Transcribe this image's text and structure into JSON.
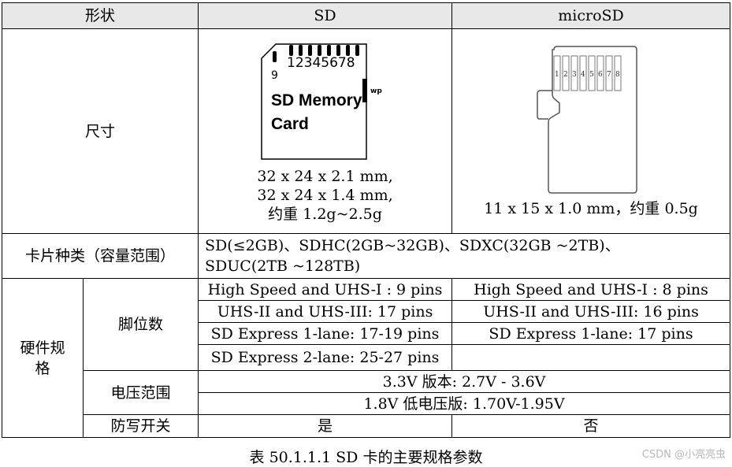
{
  "header": {
    "shape": "形状",
    "sd": "SD",
    "microsd": "microSD"
  },
  "size_row": {
    "label": "尺寸",
    "sd_card": {
      "pin_numbers": "12345678",
      "pin_nine": "9",
      "wp": "wp",
      "line1": "SD Memory",
      "line2": "Card"
    },
    "sd_dims": [
      "32 x 24 x 2.1 mm,",
      "32 x 24 x 1.4 mm,",
      "约重 1.2g~2.5g"
    ],
    "micro_pins": [
      "1",
      "2",
      "3",
      "4",
      "5",
      "6",
      "7",
      "8"
    ],
    "micro_dims": "11 x 15 x 1.0 mm，约重 0.5g"
  },
  "types_row": {
    "label": "卡片种类（容量范围）",
    "line1": "SD(≤2GB)、SDHC(2GB~32GB)、SDXC(32GB ~2TB)、",
    "line2": "SDUC(2TB ~128TB)"
  },
  "hardware": {
    "label_line1": "硬件规",
    "label_line2": "格",
    "pins_label": "脚位数",
    "pins": [
      {
        "sd": "High Speed and UHS-I : 9 pins",
        "micro": "High Speed and UHS-I : 8 pins"
      },
      {
        "sd": "UHS-II and UHS-III: 17 pins",
        "micro": "UHS-II and UHS-III: 16 pins"
      },
      {
        "sd": "SD Express 1-lane: 17-19 pins",
        "micro": "SD Express 1-lane: 17 pins"
      },
      {
        "sd": "SD Express 2-lane: 25-27 pins",
        "micro": ""
      }
    ],
    "voltage_label": "电压范围",
    "voltage": [
      "3.3V 版本: 2.7V - 3.6V",
      "1.8V 低电压版: 1.70V-1.95V"
    ],
    "wp_label": "防写开关",
    "wp_sd": "是",
    "wp_micro": "否"
  },
  "caption": "表 50.1.1.1 SD 卡的主要规格参数",
  "watermark": "CSDN @小亮亮虫"
}
